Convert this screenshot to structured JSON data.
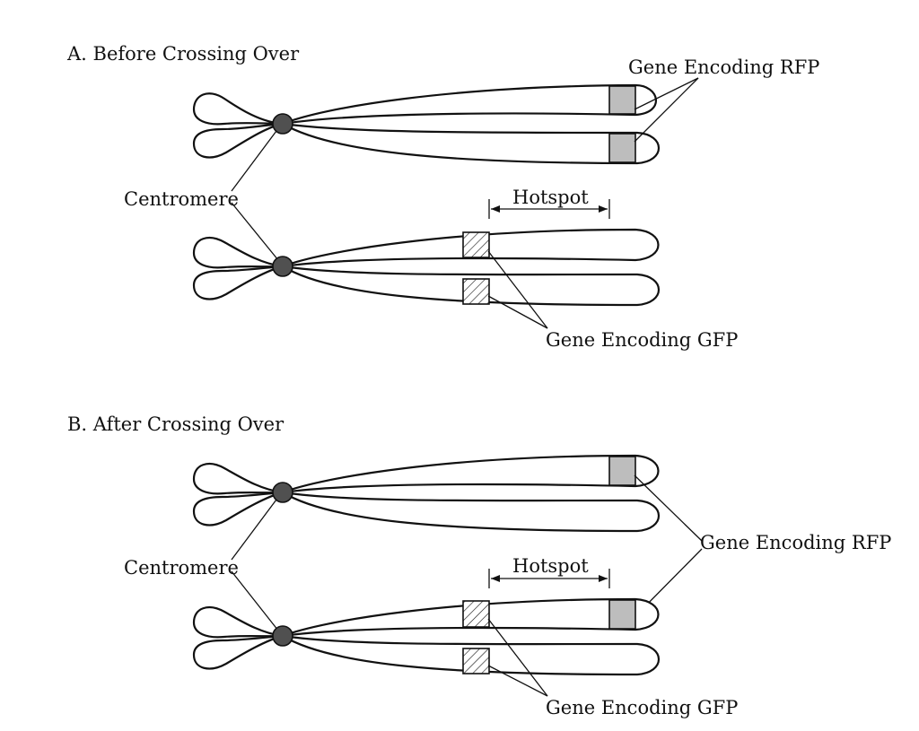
{
  "panel_a": {
    "title": "A. Before Crossing Over",
    "rfp_label": "Gene Encoding RFP",
    "centromere_label": "Centromere",
    "hotspot_label": "Hotspot",
    "gfp_label": "Gene Encoding GFP"
  },
  "panel_b": {
    "title": "B. After Crossing Over",
    "rfp_label": "Gene Encoding RFP",
    "centromere_label": "Centromere",
    "hotspot_label": "Hotspot",
    "gfp_label": "Gene Encoding GFP"
  },
  "colors": {
    "rfp_band": "#bdbdbd",
    "centromere": "#505050",
    "outline": "#111111"
  }
}
